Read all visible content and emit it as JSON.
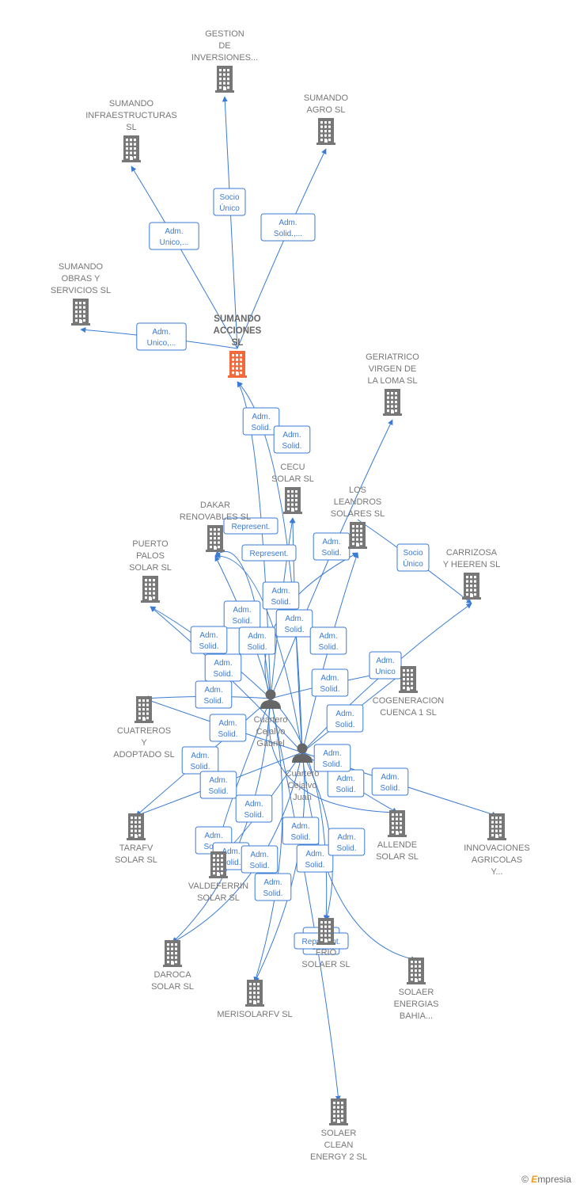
{
  "colors": {
    "edge": "#3a7bd5",
    "building": "#777777",
    "focus": "#f26a3b",
    "person": "#666666"
  },
  "watermark": {
    "symbol": "©",
    "brand_initial": "E",
    "brand_rest": "mpresia"
  },
  "nodes": [
    {
      "id": "gestion",
      "type": "company",
      "label": [
        "GESTION",
        "DE",
        "INVERSIONES..."
      ]
    },
    {
      "id": "infra",
      "type": "company",
      "label": [
        "SUMANDO",
        "INFRAESTRUCTURAS",
        "SL"
      ]
    },
    {
      "id": "agro",
      "type": "company",
      "label": [
        "SUMANDO",
        "AGRO  SL"
      ]
    },
    {
      "id": "obras",
      "type": "company",
      "label": [
        "SUMANDO",
        "OBRAS Y",
        "SERVICIOS  SL"
      ]
    },
    {
      "id": "acciones",
      "type": "focus",
      "label": [
        "SUMANDO",
        "ACCIONES",
        "SL"
      ]
    },
    {
      "id": "geriatrico",
      "type": "company",
      "label": [
        "GERIATRICO",
        "VIRGEN DE",
        "LA LOMA SL"
      ]
    },
    {
      "id": "cecu",
      "type": "company",
      "label": [
        "CECU",
        "SOLAR SL"
      ]
    },
    {
      "id": "dakar",
      "type": "company",
      "label": [
        "DAKAR",
        "RENOVABLES SL"
      ]
    },
    {
      "id": "leandros",
      "type": "company",
      "label": [
        "LOS",
        "LEANDROS",
        "SOLARES SL"
      ]
    },
    {
      "id": "carrizosa",
      "type": "company",
      "label": [
        "CARRIZOSA",
        "Y HEEREN SL"
      ]
    },
    {
      "id": "puerto",
      "type": "company",
      "label": [
        "PUERTO",
        "PALOS",
        "SOLAR SL"
      ]
    },
    {
      "id": "cogeneracion",
      "type": "company",
      "label": [
        "COGENERACION",
        "CUENCA 1 SL"
      ]
    },
    {
      "id": "cuatreros",
      "type": "company",
      "label": [
        "CUATREROS",
        "Y",
        "ADOPTADO  SL"
      ]
    },
    {
      "id": "gabriel",
      "type": "person",
      "label": [
        "Cuartero",
        "Cejalvo",
        "Gabriel"
      ]
    },
    {
      "id": "juan",
      "type": "person",
      "label": [
        "Cuartero",
        "Cejalvo",
        "Juan"
      ]
    },
    {
      "id": "tarafv",
      "type": "company",
      "label": [
        "TARAFV",
        "SOLAR SL"
      ]
    },
    {
      "id": "allende",
      "type": "company",
      "label": [
        "ALLENDE",
        "SOLAR SL"
      ]
    },
    {
      "id": "innovaciones",
      "type": "company",
      "label": [
        "INNOVACIONES",
        "AGRICOLAS",
        "Y..."
      ]
    },
    {
      "id": "valdeferrin",
      "type": "company",
      "label": [
        "VALDEFERRIN",
        "SOLAR SL"
      ]
    },
    {
      "id": "daroca",
      "type": "company",
      "label": [
        "DAROCA",
        "SOLAR SL"
      ]
    },
    {
      "id": "merisolar",
      "type": "company",
      "label": [
        "MERISOLARFV SL"
      ]
    },
    {
      "id": "frio",
      "type": "company",
      "label": [
        "FRIO",
        "SOLAER SL"
      ]
    },
    {
      "id": "bahia",
      "type": "company",
      "label": [
        "SOLAER",
        "ENERGIAS",
        "BAHIA..."
      ]
    },
    {
      "id": "clean",
      "type": "company",
      "label": [
        "SOLAER",
        "CLEAN",
        "ENERGY 2  SL"
      ]
    }
  ],
  "relations": [
    {
      "from": "acciones",
      "to": "gestion",
      "label": [
        "Socio",
        "Único"
      ]
    },
    {
      "from": "acciones",
      "to": "infra",
      "label": [
        "Adm.",
        "Unico,..."
      ]
    },
    {
      "from": "acciones",
      "to": "agro",
      "label": [
        "Adm.",
        "Solid.,..."
      ]
    },
    {
      "from": "acciones",
      "to": "obras",
      "label": [
        "Adm.",
        "Unico,..."
      ]
    },
    {
      "from": "gabriel",
      "to": "acciones",
      "label": [
        "Adm.",
        "Solid."
      ]
    },
    {
      "from": "juan",
      "to": "acciones",
      "label": [
        "Adm.",
        "Solid."
      ]
    },
    {
      "from": "gabriel",
      "to": "dakar",
      "label": [
        "Represent."
      ]
    },
    {
      "from": "juan",
      "to": "dakar",
      "label": [
        "Represent."
      ]
    },
    {
      "from": "gabriel",
      "to": "geriatrico",
      "label": [
        "Adm.",
        "Solid."
      ]
    },
    {
      "from": "leandros",
      "to": "carrizosa",
      "label": [
        "Socio",
        "Único"
      ]
    },
    {
      "from": "gabriel",
      "to": "cecu",
      "label": [
        "Adm.",
        "Solid."
      ]
    },
    {
      "from": "juan",
      "to": "cecu",
      "label": [
        "Adm.",
        "Solid."
      ]
    },
    {
      "from": "gabriel",
      "to": "leandros",
      "label": [
        "Adm.",
        "Solid."
      ]
    },
    {
      "from": "juan",
      "to": "leandros",
      "label": [
        "Adm.",
        "Solid."
      ]
    },
    {
      "from": "gabriel",
      "to": "puerto",
      "label": [
        "Adm.",
        "Solid."
      ]
    },
    {
      "from": "juan",
      "to": "puerto",
      "label": [
        "Adm.",
        "Solid."
      ]
    },
    {
      "from": "gabriel",
      "to": "dakar",
      "label": [
        "Adm.",
        "Solid."
      ]
    },
    {
      "from": "juan",
      "to": "carrizosa",
      "label": [
        "Adm.",
        "Unico"
      ]
    },
    {
      "from": "gabriel",
      "to": "cogeneracion",
      "label": [
        "Adm.",
        "Solid."
      ]
    },
    {
      "from": "juan",
      "to": "cogeneracion",
      "label": [
        "Adm.",
        "Solid."
      ]
    },
    {
      "from": "gabriel",
      "to": "cuatreros",
      "label": [
        "Adm.",
        "Solid."
      ]
    },
    {
      "from": "juan",
      "to": "cuatreros",
      "label": [
        "Adm.",
        "Solid."
      ]
    },
    {
      "from": "gabriel",
      "to": "tarafv",
      "label": [
        "Adm.",
        "Solid."
      ]
    },
    {
      "from": "juan",
      "to": "tarafv",
      "label": [
        "Adm.",
        "Solid."
      ]
    },
    {
      "from": "gabriel",
      "to": "allende",
      "label": [
        "Adm.",
        "Solid."
      ]
    },
    {
      "from": "juan",
      "to": "allende",
      "label": [
        "Adm.",
        "Solid."
      ]
    },
    {
      "from": "juan",
      "to": "innovaciones",
      "label": [
        "Adm.",
        "Solid."
      ]
    },
    {
      "from": "gabriel",
      "to": "valdeferrin",
      "label": [
        "Adm.",
        "Solid."
      ]
    },
    {
      "from": "juan",
      "to": "valdeferrin",
      "label": [
        "Adm.",
        "Solid."
      ]
    },
    {
      "from": "gabriel",
      "to": "daroca",
      "label": [
        "Adm.",
        "Solid."
      ]
    },
    {
      "from": "juan",
      "to": "daroca",
      "label": [
        "Adm.",
        "Solid."
      ]
    },
    {
      "from": "gabriel",
      "to": "merisolar",
      "label": [
        "Adm.",
        "Solid."
      ]
    },
    {
      "from": "juan",
      "to": "merisolar",
      "label": [
        "Adm.",
        "Solid."
      ]
    },
    {
      "from": "gabriel",
      "to": "frio",
      "label": [
        "Adm.",
        "Solid."
      ]
    },
    {
      "from": "juan",
      "to": "frio",
      "label": [
        "Adm.",
        "Solid."
      ]
    },
    {
      "from": "juan",
      "to": "bahia",
      "label": [
        "Adm.",
        "Solid."
      ]
    },
    {
      "from": "gabriel",
      "to": "clean",
      "label": [
        "Represent."
      ]
    }
  ]
}
